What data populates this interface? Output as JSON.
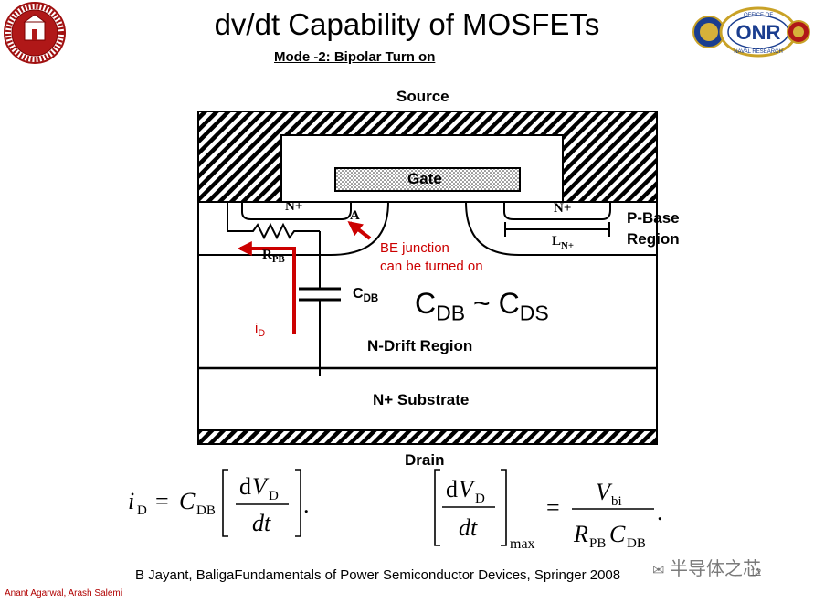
{
  "slide": {
    "title": "dv/dt Capability of MOSFETs",
    "subtitle": "Mode -2:  Bipolar Turn on"
  },
  "logos": {
    "left": {
      "icon": "university-seal-logo"
    },
    "right": {
      "icon": "office-of-naval-research-logo",
      "text_main": "ONR",
      "text_ring_top": "OFFICE OF",
      "text_ring_bottom": "NAVAL RESEARCH"
    }
  },
  "diagram": {
    "source_label": "Source",
    "gate_label": "Gate",
    "drain_label": "Drain",
    "n_plus_left": "N+",
    "n_plus_right": "N+",
    "point_a": "A",
    "p_base_line1": "P-Base",
    "p_base_line2": "Region",
    "ln_main": "L",
    "ln_sub": "N+",
    "rpb_main": "R",
    "rpb_sub": "PB",
    "cdb_main": "C",
    "cdb_sub": "DB",
    "id_main": "i",
    "id_sub": "D",
    "be_line1": "BE junction",
    "be_line2": "can be turned on",
    "relation_c1": "C",
    "relation_c1_sub": "DB",
    "relation_tilde": " ~ ",
    "relation_c2": "C",
    "relation_c2_sub": "DS",
    "drift_label": "N-Drift Region",
    "substrate_label": "N+ Substrate",
    "colors": {
      "arrow": "#cc0000",
      "annotation": "#cc0000",
      "hatch": "#000000"
    }
  },
  "equations": {
    "eq1": {
      "lhs": "i",
      "lhs_sub": "D",
      "equals": "=",
      "coef": "C",
      "coef_sub": "DB",
      "num_d": "d",
      "num_v": "V",
      "num_sub": "D",
      "den": "dt",
      "end": "."
    },
    "eq2": {
      "num_d": "d",
      "num_v": "V",
      "num_sub": "D",
      "den": "dt",
      "bracket_sub": "max",
      "equals": "=",
      "rhs_num": "V",
      "rhs_num_sub": "bi",
      "rhs_den_r": "R",
      "rhs_den_r_sub": "PB",
      "rhs_den_c": "C",
      "rhs_den_c_sub": "DB",
      "end": "."
    }
  },
  "footer": {
    "citation": "B Jayant, BaligaFundamentals of Power Semiconductor Devices, Springer 2008",
    "authors": "Anant Agarwal, Arash Salemi",
    "watermark": "半导体之芯",
    "page_number": "12"
  }
}
